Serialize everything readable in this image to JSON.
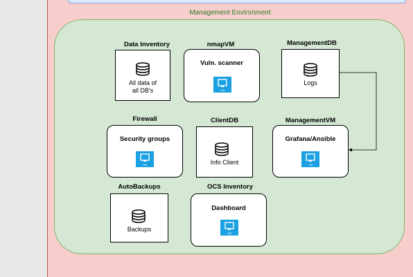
{
  "environment": {
    "title": "Management Environment"
  },
  "nodes": {
    "data_inventory": {
      "title": "Data Inventory",
      "label": "All data of all DB's",
      "icon": "database-icon"
    },
    "nmapvm": {
      "title": "nmapVM",
      "label": "Vuln. scanner",
      "icon": "vm-icon",
      "icon_text": "VM"
    },
    "managementdb": {
      "title": "ManagementDB",
      "label": "Logs",
      "icon": "database-icon"
    },
    "firewall": {
      "title": "Firewall",
      "label": "Security groups",
      "icon": "vm-icon",
      "icon_text": "VM"
    },
    "clientdb": {
      "title": "ClientDB",
      "label": "Info Client",
      "icon": "database-icon"
    },
    "managementvm": {
      "title": "ManagementVM",
      "label": "Grafana/Ansible",
      "icon": "vm-icon",
      "icon_text": "VM"
    },
    "autobackups": {
      "title": "AutoBackups",
      "label": "Backups",
      "icon": "database-icon"
    },
    "ocs_inventory": {
      "title": "OCS Inventory",
      "label": "Dashboard",
      "icon": "vm-icon",
      "icon_text": "VM"
    }
  },
  "colors": {
    "environment_fill": "#f8cecc",
    "zone_fill": "#d5e8d4",
    "zone_border": "#82b366",
    "vm_blue": "#1ba1e2"
  },
  "edges": [
    {
      "from": "managementdb",
      "to": "managementvm"
    }
  ]
}
